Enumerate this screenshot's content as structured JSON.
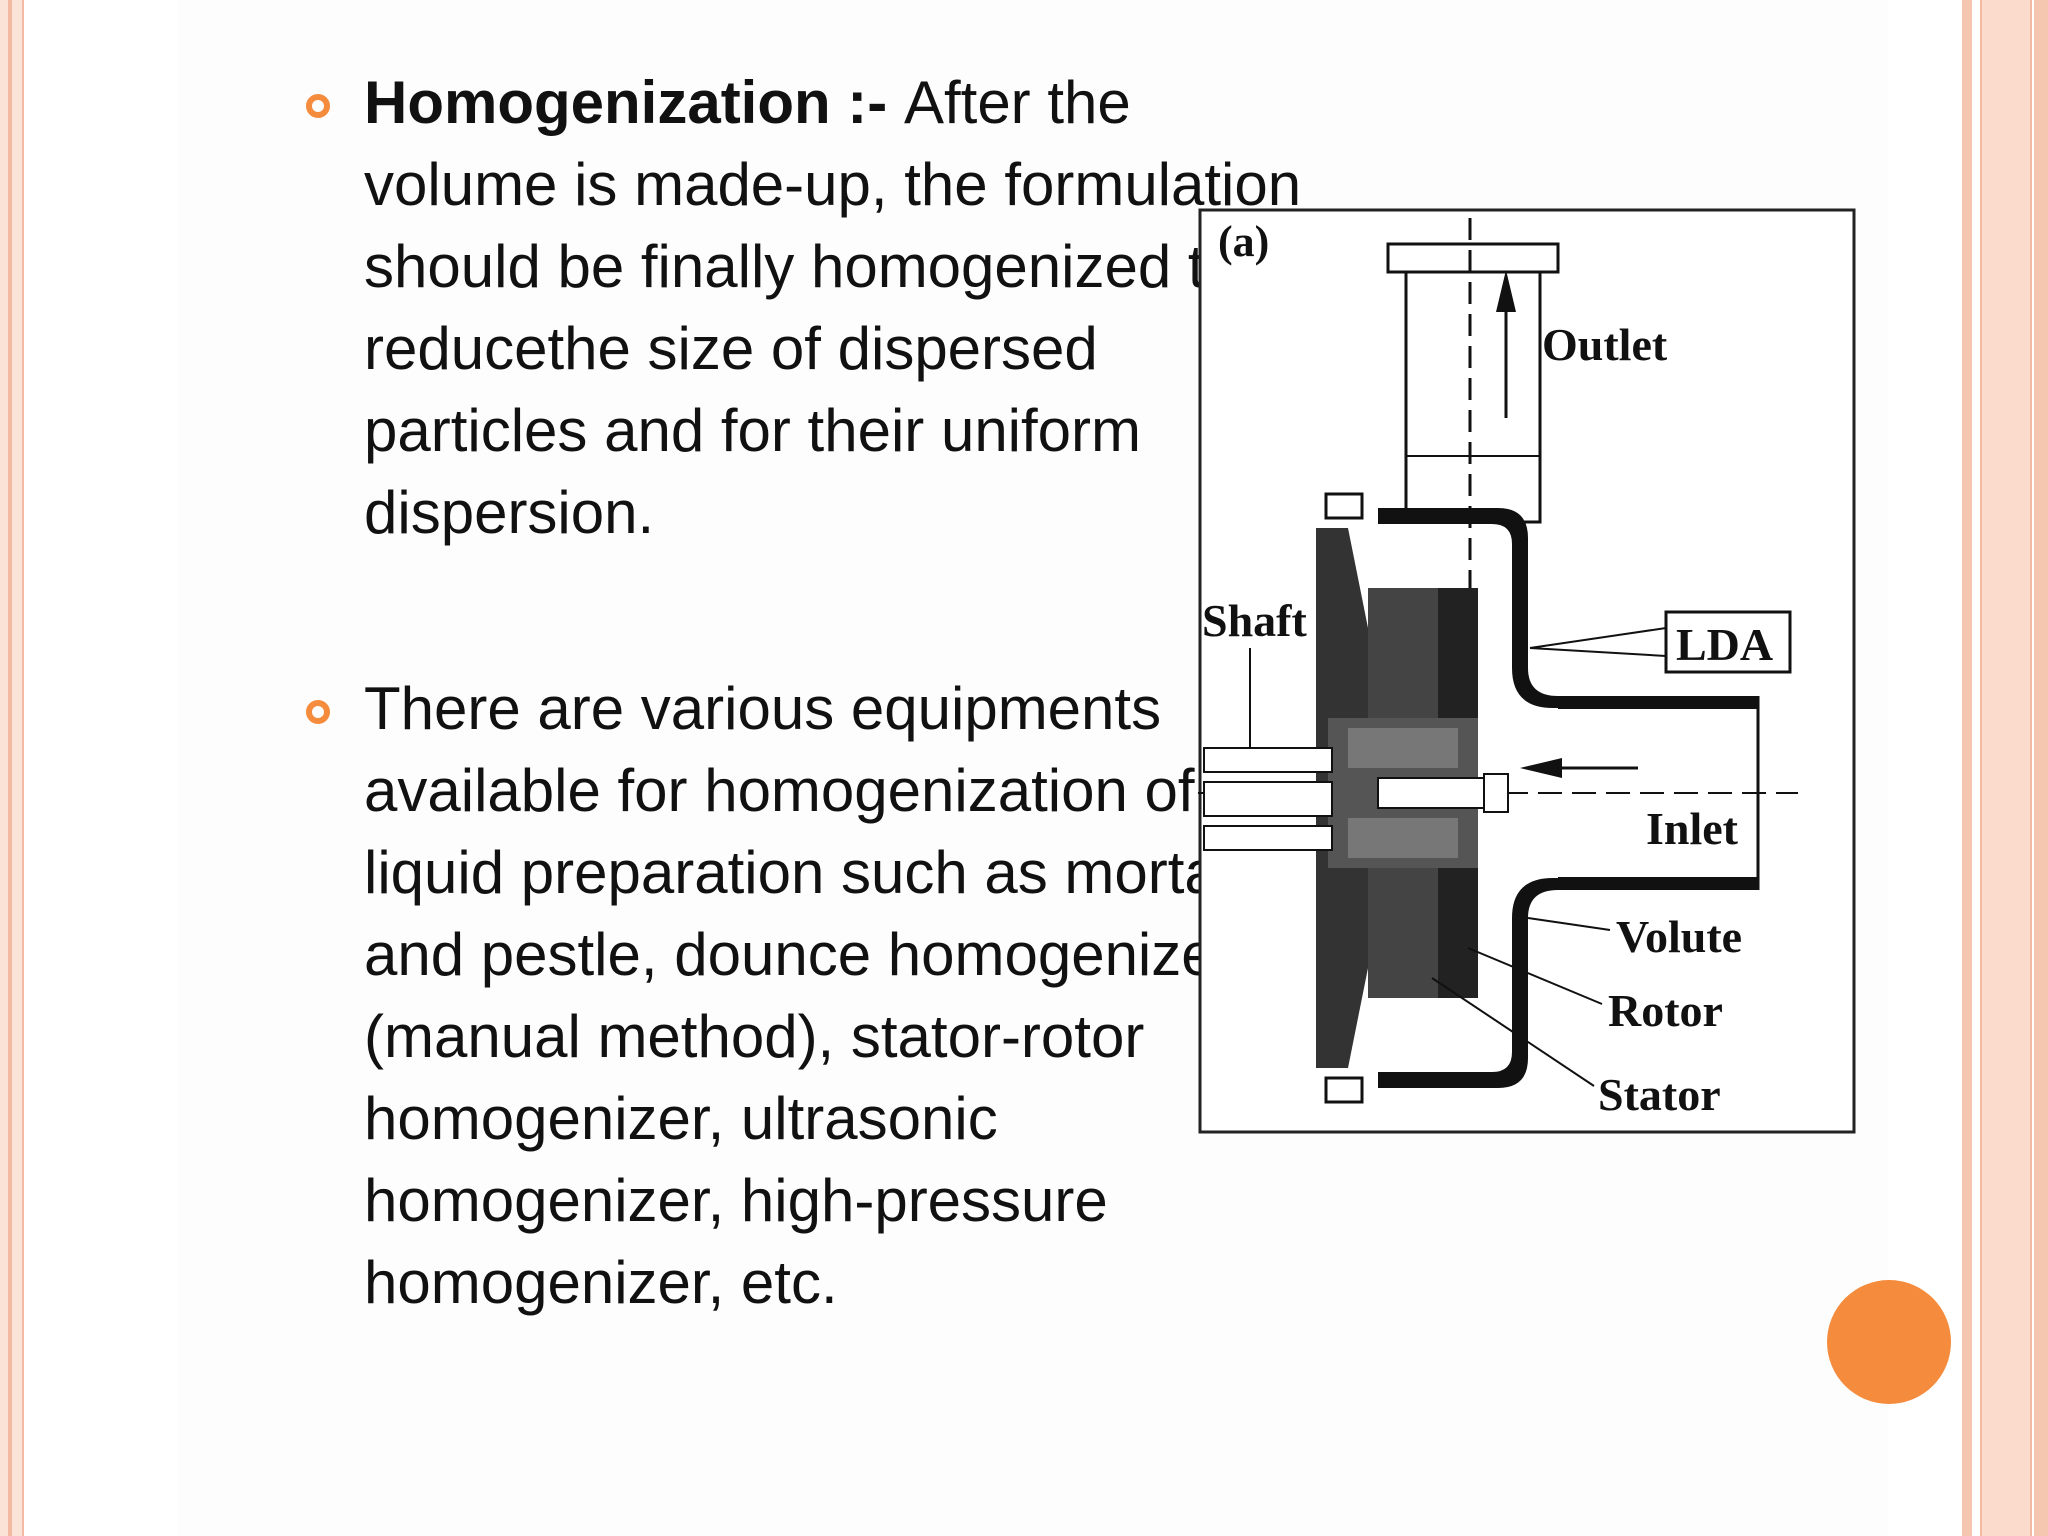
{
  "slide": {
    "bullets": [
      {
        "heading": "Homogenization :- ",
        "body": " After the volume is made-up, the formulation should be finally homogenized to reducethe size of dispersed particles and for their uniform dispersion."
      },
      {
        "heading": "",
        "body": "There are various equipments available for homogenization of a liquid preparation such as mortar and pestle, dounce homogenizer (manual method), stator-rotor homogenizer, ultrasonic homogenizer, high-pressure homogenizer, etc."
      }
    ]
  },
  "figure": {
    "panel_label": "(a)",
    "labels": {
      "outlet": "Outlet",
      "shaft": "Shaft",
      "lda": "LDA",
      "inlet": "Inlet",
      "volute": "Volute",
      "rotor": "Rotor",
      "stator": "Stator"
    }
  },
  "colors": {
    "accent": "#f58b3c",
    "stripe": "#f6c7b0",
    "text": "#111111"
  }
}
